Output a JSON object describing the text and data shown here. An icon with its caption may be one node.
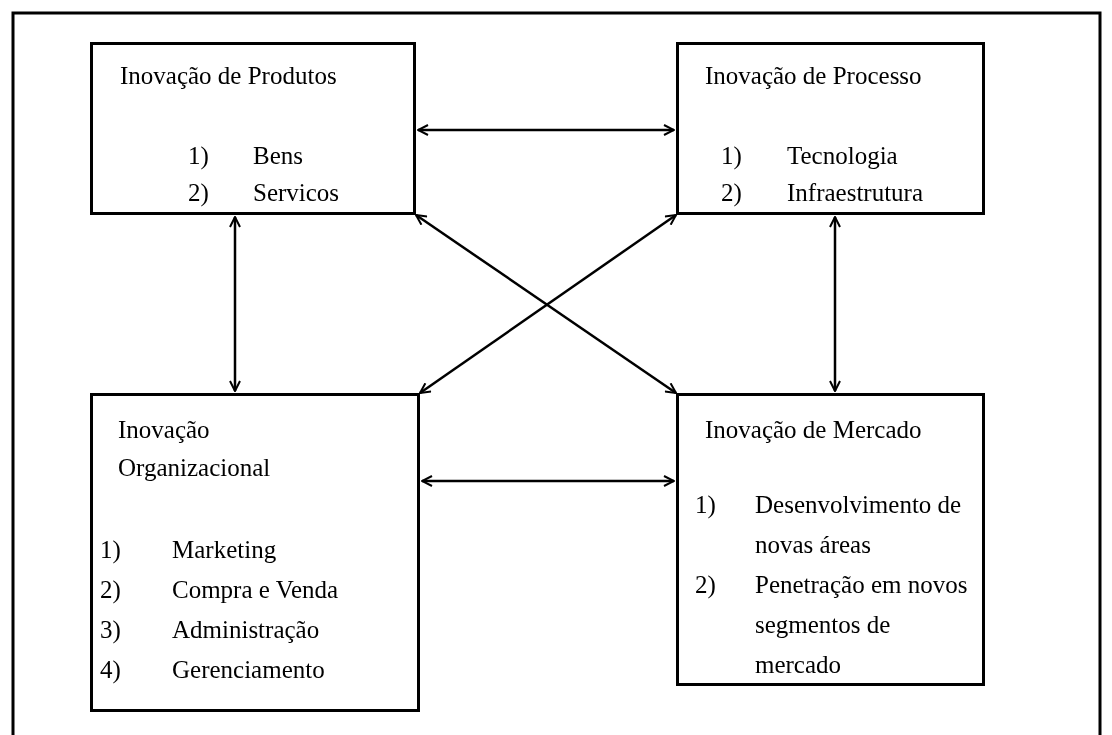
{
  "diagram": {
    "nodes": [
      {
        "text": [
          "Inovação de Produtos",
          "1) Bens",
          "2) Servicos"
        ]
      },
      {
        "text": [
          "Inovação de Processo",
          "1) Tecnologia",
          "2) Infraestrutura"
        ]
      },
      {
        "text": [
          "Inovação Organizacional",
          "1) Marketing",
          "2) Compra e Venda",
          "3) Administração",
          "4) Gerenciamento"
        ]
      },
      {
        "text": [
          "Inovação de Mercado",
          "1) Desenvolvimento de novas áreas",
          "2) Penetração em novos segmentos de mercado"
        ]
      }
    ],
    "edges": [
      {
        "from": 0,
        "to": 1,
        "arrow": "both"
      },
      {
        "from": 0,
        "to": 2,
        "arrow": "both"
      },
      {
        "from": 1,
        "to": 3,
        "arrow": "both"
      },
      {
        "from": 0,
        "to": 3,
        "arrow": "both"
      },
      {
        "from": 1,
        "to": 2,
        "arrow": "both"
      },
      {
        "from": 2,
        "to": 3,
        "arrow": "both"
      }
    ]
  }
}
